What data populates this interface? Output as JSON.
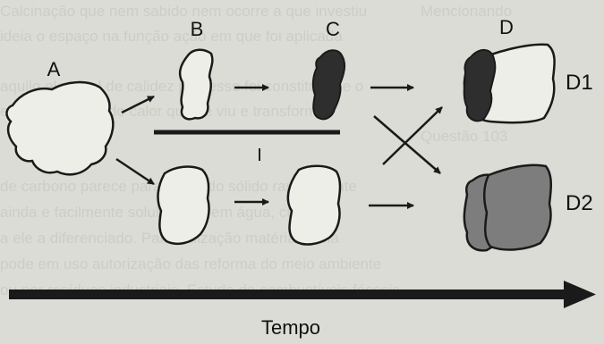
{
  "labels": {
    "A": "A",
    "B": "B",
    "C": "C",
    "D": "D",
    "D1": "D1",
    "D2": "D2",
    "I": "I",
    "time": "Tempo"
  },
  "colors": {
    "background": "#dcdcd6",
    "outline": "#1a1a1a",
    "dark_shape": "#2e2e2e",
    "gray_shape": "#7d7d7d",
    "shape_fill": "#eeeee8"
  }
}
